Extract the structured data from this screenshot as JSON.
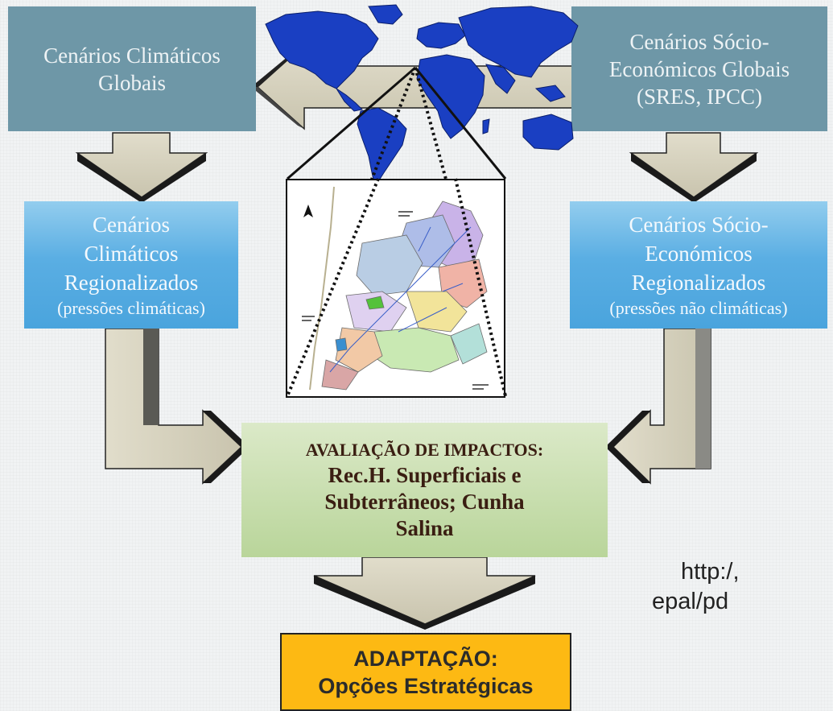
{
  "boxes": {
    "global_climate": "Cenários Climáticos Globais",
    "global_socio": {
      "line1": "Cenários Sócio-",
      "line2": "Económicos Globais",
      "line3": "(SRES, IPCC)"
    },
    "regional_climate": {
      "line1": "Cenários",
      "line2": "Climáticos",
      "line3": "Regionalizados",
      "sub": "(pressões climáticas)"
    },
    "regional_socio": {
      "line1": "Cenários Sócio-",
      "line2": "Económicos",
      "line3": "Regionalizados",
      "sub": "(pressões não climáticas)"
    },
    "impacts": {
      "heading": "AVALIAÇÃO DE IMPACTOS:",
      "line1": "Rec.H. Superficiais e",
      "line2": "Subterrâneos; Cunha",
      "line3": "Salina"
    },
    "adaptation": {
      "line1": "ADAPTAÇÃO:",
      "line2": "Opções Estratégicas"
    }
  },
  "url_fragment": {
    "line1": "http:/,",
    "line2": "epal/pd"
  },
  "colors": {
    "global_box": "#6e97a7",
    "regional_box": "#4aa4dd",
    "impact_box": "#b9d59a",
    "adaptation_box": "#fdb913",
    "arrow": "#d4d0bc",
    "world_map": "#1a3fc2"
  },
  "icons": {
    "world": "world-map-icon",
    "basin": "river-basin-map-icon",
    "north": "north-arrow-icon"
  }
}
